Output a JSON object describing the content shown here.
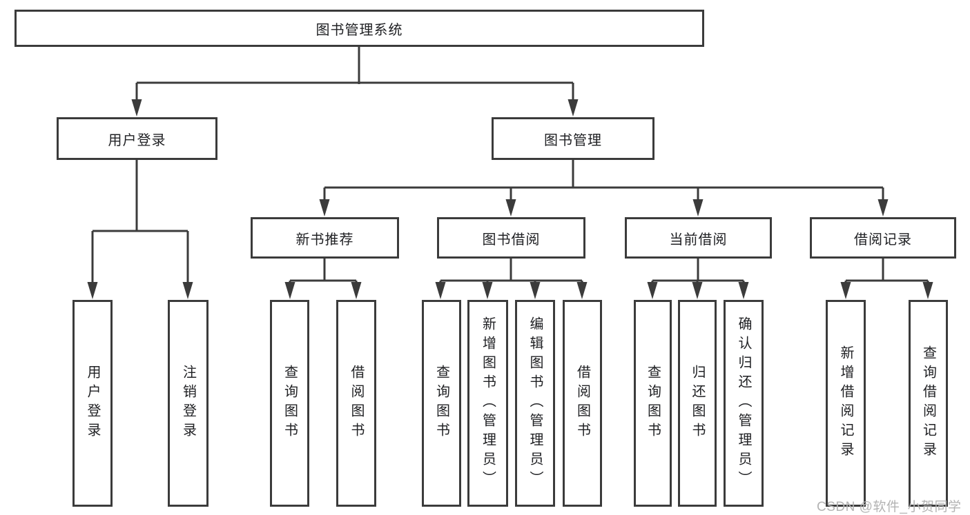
{
  "colors": {
    "line": "#3b3b3b",
    "box_border": "#3b3b3b",
    "text": "#202124",
    "watermark": "#b3b3b3",
    "background": "#ffffff"
  },
  "tree": {
    "label": "图书管理系统",
    "children": [
      {
        "label": "用户登录",
        "children": [
          {
            "label": "用户登录"
          },
          {
            "label": "注销登录"
          }
        ]
      },
      {
        "label": "图书管理",
        "children": [
          {
            "label": "新书推荐",
            "children": [
              {
                "label": "查询图书"
              },
              {
                "label": "借阅图书"
              }
            ]
          },
          {
            "label": "图书借阅",
            "children": [
              {
                "label": "查询图书"
              },
              {
                "label": "新增图书（管理员）"
              },
              {
                "label": "编辑图书（管理员）"
              },
              {
                "label": "借阅图书"
              }
            ]
          },
          {
            "label": "当前借阅",
            "children": [
              {
                "label": "查询图书"
              },
              {
                "label": "归还图书"
              },
              {
                "label": "确认归还（管理员）"
              }
            ]
          },
          {
            "label": "借阅记录",
            "children": [
              {
                "label": "新增借阅记录"
              },
              {
                "label": "查询借阅记录"
              }
            ]
          }
        ]
      }
    ]
  },
  "watermark": {
    "text": "CSDN @软件_小贺同学"
  }
}
